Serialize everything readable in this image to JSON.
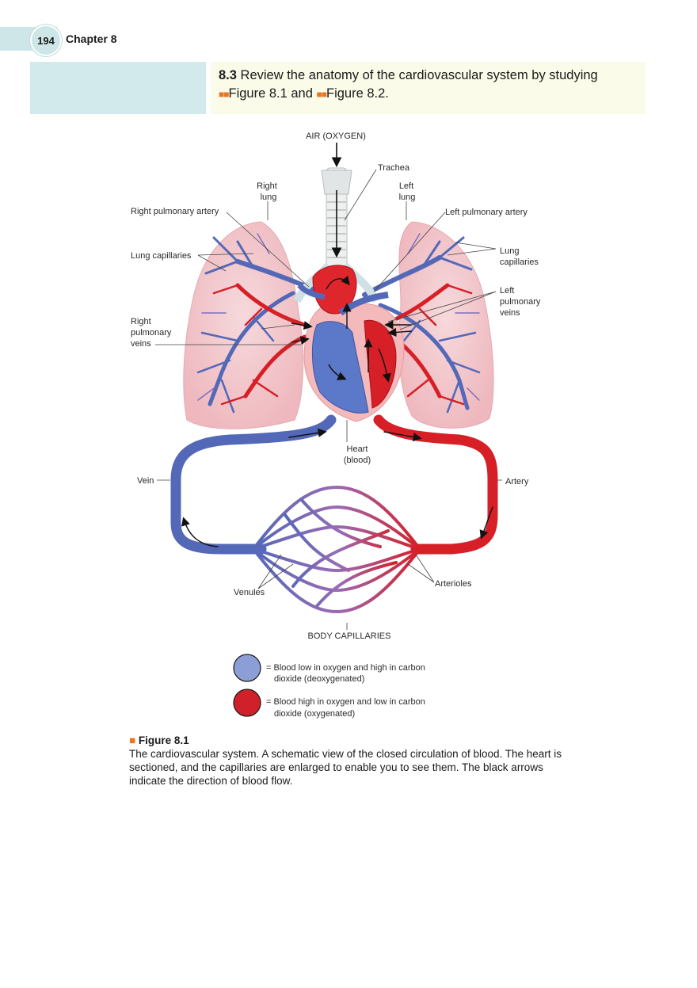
{
  "header": {
    "page_number": "194",
    "chapter": "Chapter 8"
  },
  "objective": {
    "number": "8.3",
    "text_before": " Review the anatomy of the cardiovascular system by studying ",
    "ref1": "Figure 8.1",
    "middle": " and ",
    "ref2": "Figure 8.2",
    "end": ".",
    "marker": "■■"
  },
  "diagram": {
    "labels": {
      "air": "AIR (OXYGEN)",
      "trachea": "Trachea",
      "right_lung_1": "Right",
      "right_lung_2": "lung",
      "left_lung_1": "Left",
      "left_lung_2": "lung",
      "right_pulmonary_artery": "Right pulmonary artery",
      "left_pulmonary_artery": "Left pulmonary artery",
      "lung_capillaries_left": "Lung capillaries",
      "lung_capillaries_right_1": "Lung",
      "lung_capillaries_right_2": "capillaries",
      "left_pulmonary_veins_1": "Left",
      "left_pulmonary_veins_2": "pulmonary",
      "left_pulmonary_veins_3": "veins",
      "right_pulmonary_veins_1": "Right",
      "right_pulmonary_veins_2": "pulmonary",
      "right_pulmonary_veins_3": "veins",
      "heart_1": "Heart",
      "heart_2": "(blood)",
      "vein": "Vein",
      "artery": "Artery",
      "venules": "Venules",
      "arterioles": "Arterioles",
      "body_capillaries": "BODY CAPILLARIES"
    },
    "legend": {
      "deoxy_1": "= Blood low in oxygen and high in carbon",
      "deoxy_2": "dioxide (deoxygenated)",
      "oxy_1": "= Blood high in oxygen and low in carbon",
      "oxy_2": "dioxide (oxygenated)"
    },
    "colors": {
      "deoxygenated": "#8b9fd6",
      "oxygenated": "#d0202a",
      "vein_blue": "#5468b8",
      "artery_red": "#d61f26",
      "lung_pink": "#f3c9cd"
    }
  },
  "caption": {
    "bullet": "■",
    "title": "Figure 8.1",
    "body": "The cardiovascular system. A schematic view of the closed circulation of blood. The heart is sectioned, and the capillaries are enlarged to enable you to see them. The black arrows indicate the direction of blood flow."
  }
}
